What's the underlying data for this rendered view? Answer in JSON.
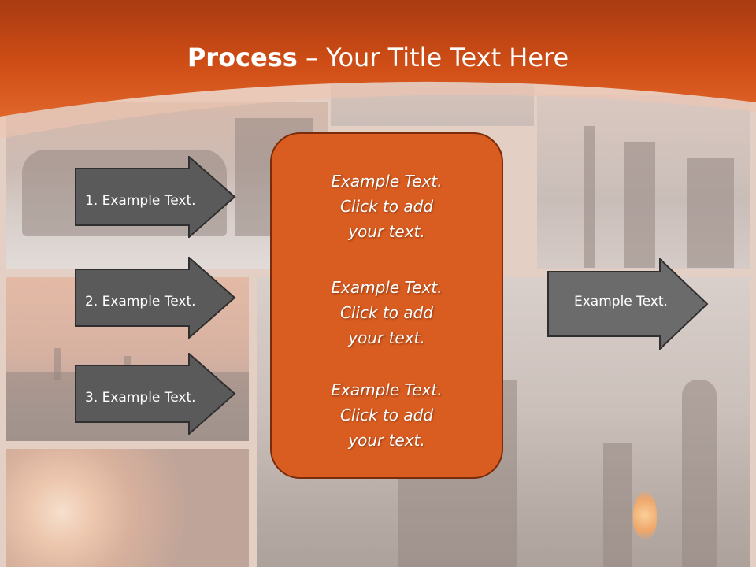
{
  "slide": {
    "title_bold": "Process",
    "title_rest": " – Your Title Text Here",
    "colors": {
      "header_orange": "#c94812",
      "box_orange": "#d95c20",
      "arrow_gray": "#5a5a5a",
      "text_white": "#ffffff"
    }
  },
  "steps": [
    {
      "label": "1. Example Text."
    },
    {
      "label": "2. Example Text."
    },
    {
      "label": "3. Example Text."
    }
  ],
  "center_box": {
    "blocks": [
      {
        "line1": "Example Text.",
        "line2": "Click  to add",
        "line3": "your text."
      },
      {
        "line1": "Example Text.",
        "line2": "Click  to add",
        "line3": "your text."
      },
      {
        "line1": "Example Text.",
        "line2": "Click  to add",
        "line3": "your text."
      }
    ]
  },
  "result": {
    "label": "Example Text."
  }
}
